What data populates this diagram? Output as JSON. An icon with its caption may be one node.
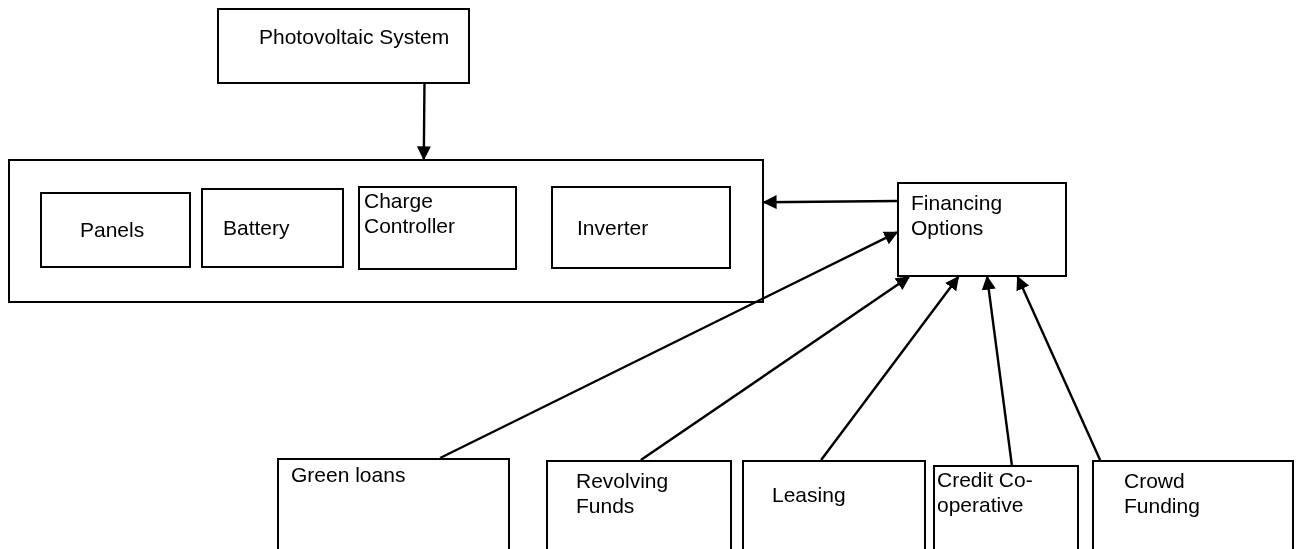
{
  "diagram": {
    "nodes": [
      {
        "text": [
          "Photovoltaic System"
        ]
      },
      {
        "text": [],
        "shape": "box"
      },
      {
        "text": [
          "Panels"
        ],
        "in": 1
      },
      {
        "text": [
          "Battery"
        ],
        "in": 1
      },
      {
        "text": [
          "Charge Controller"
        ],
        "in": 1
      },
      {
        "text": [
          "Inverter"
        ],
        "in": 1
      },
      {
        "text": [
          "Financing Options"
        ]
      },
      {
        "text": [
          "Green loans"
        ]
      },
      {
        "text": [
          "Revolving Funds"
        ]
      },
      {
        "text": [
          "Leasing"
        ]
      },
      {
        "text": [
          "Credit Co-operative"
        ]
      },
      {
        "text": [
          "Crowd Funding"
        ]
      }
    ],
    "edges": [
      {
        "from": 0,
        "to": 1,
        "arrow": "to"
      },
      {
        "from": 6,
        "to": 1,
        "arrow": "to"
      },
      {
        "from": 7,
        "to": 6,
        "arrow": "to"
      },
      {
        "from": 8,
        "to": 6,
        "arrow": "to"
      },
      {
        "from": 9,
        "to": 6,
        "arrow": "to"
      },
      {
        "from": 10,
        "to": 6,
        "arrow": "to"
      },
      {
        "from": 11,
        "to": 6,
        "arrow": "to"
      }
    ]
  }
}
